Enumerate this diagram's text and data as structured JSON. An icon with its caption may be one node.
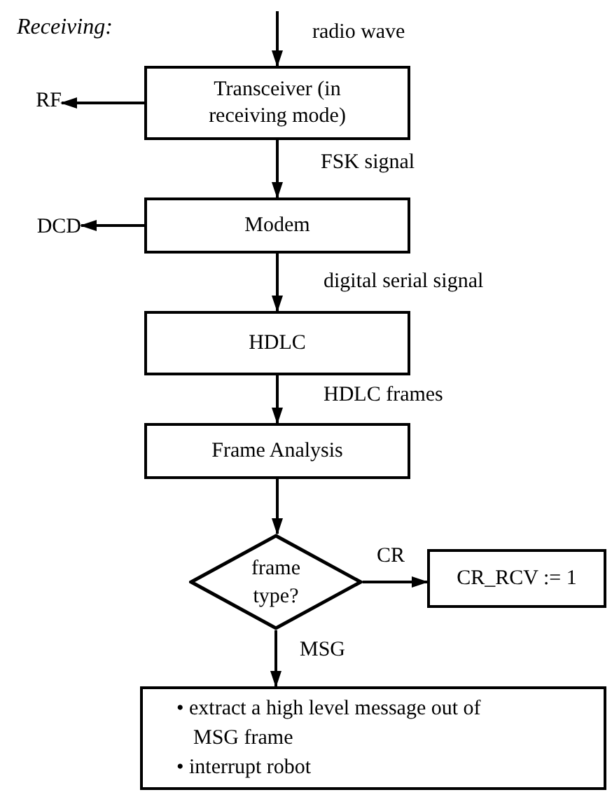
{
  "diagram": {
    "title": "Receiving:",
    "nodes": [
      {
        "text": [
          "Transceiver (in receiving mode)"
        ]
      },
      {
        "text": [
          "RF"
        ]
      },
      {
        "text": [
          "Modem"
        ]
      },
      {
        "text": [
          "DCD"
        ]
      },
      {
        "text": [
          "HDLC"
        ]
      },
      {
        "text": [
          "Frame Analysis"
        ]
      },
      {
        "text": [
          "frame type?"
        ]
      },
      {
        "text": [
          "CR_RCV := 1"
        ]
      },
      {
        "text": [
          "• extract a high level message out of MSG frame",
          "• interrupt robot"
        ]
      }
    ],
    "edges": [
      {
        "from": null,
        "to": 0,
        "arrow": "to",
        "label": "radio wave"
      },
      {
        "from": 0,
        "to": 1,
        "arrow": "to"
      },
      {
        "from": 0,
        "to": 2,
        "arrow": "to",
        "label": "FSK signal"
      },
      {
        "from": 2,
        "to": 3,
        "arrow": "to"
      },
      {
        "from": 2,
        "to": 4,
        "arrow": "to",
        "label": "digital serial signal"
      },
      {
        "from": 4,
        "to": 5,
        "arrow": "to",
        "label": "HDLC frames"
      },
      {
        "from": 5,
        "to": 6,
        "arrow": "to"
      },
      {
        "from": 6,
        "to": 7,
        "arrow": "to",
        "label": "CR"
      },
      {
        "from": 6,
        "to": 8,
        "arrow": "to",
        "label": "MSG"
      }
    ]
  }
}
